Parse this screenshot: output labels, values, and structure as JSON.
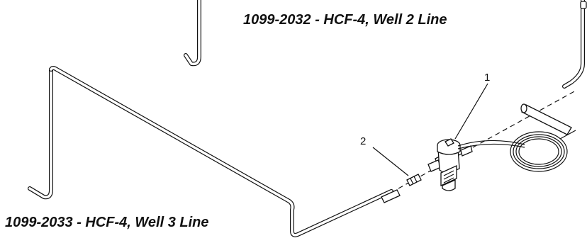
{
  "labels": {
    "well2_line": "1099-2032 - HCF-4, Well 2 Line",
    "well3_line": "1099-2033 - HCF-4, Well 3 Line"
  },
  "callouts": [
    {
      "id": "1",
      "text": "1"
    },
    {
      "id": "2",
      "text": "2"
    }
  ],
  "colors": {
    "ink": "#111111",
    "background": "#ffffff"
  }
}
